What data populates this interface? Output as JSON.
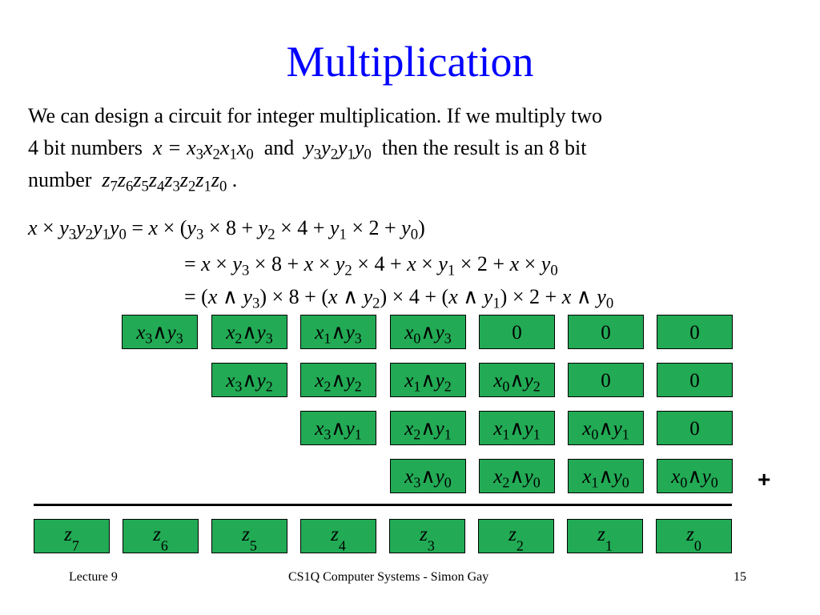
{
  "slide": {
    "title": "Multiplication",
    "para": {
      "line1": "We can design a circuit for integer multiplication. If we multiply two",
      "line2_a": "4 bit numbers",
      "line2_b": "and",
      "line2_c": "then the result is an 8 bit",
      "line3_a": "number",
      "line3_b": "."
    },
    "equations": {
      "line1": "x × y3y2y1y0 = x × (y3 × 8 + y2 × 4 + y1 × 2 + y0)",
      "line2": "= x × y3 × 8 + x × y2 × 4 + x × y1 × 2 + x × y0",
      "line3": "= (x ∧ y3) × 8 + (x ∧ y2) × 4 + (x ∧ y1) × 2 + x ∧ y0"
    },
    "partial_product_rows": [
      [
        "x3∧y3",
        "x2∧y3",
        "x1∧y3",
        "x0∧y3",
        "0",
        "0",
        "0"
      ],
      [
        "x3∧y2",
        "x2∧y2",
        "x1∧y2",
        "x0∧y2",
        "0",
        "0"
      ],
      [
        "x3∧y1",
        "x2∧y1",
        "x1∧y1",
        "x0∧y1",
        "0"
      ],
      [
        "x3∧y0",
        "x2∧y0",
        "x1∧y0",
        "x0∧y0"
      ]
    ],
    "plus_sign": "+",
    "result_row": [
      "z7",
      "z6",
      "z5",
      "z4",
      "z3",
      "z2",
      "z1",
      "z0"
    ],
    "footer": {
      "left": "Lecture 9",
      "center": "CS1Q Computer Systems - Simon Gay",
      "right": "15"
    },
    "colors": {
      "title": "#0000ff",
      "box_fill": "#22aa55",
      "box_border": "#000000"
    }
  }
}
